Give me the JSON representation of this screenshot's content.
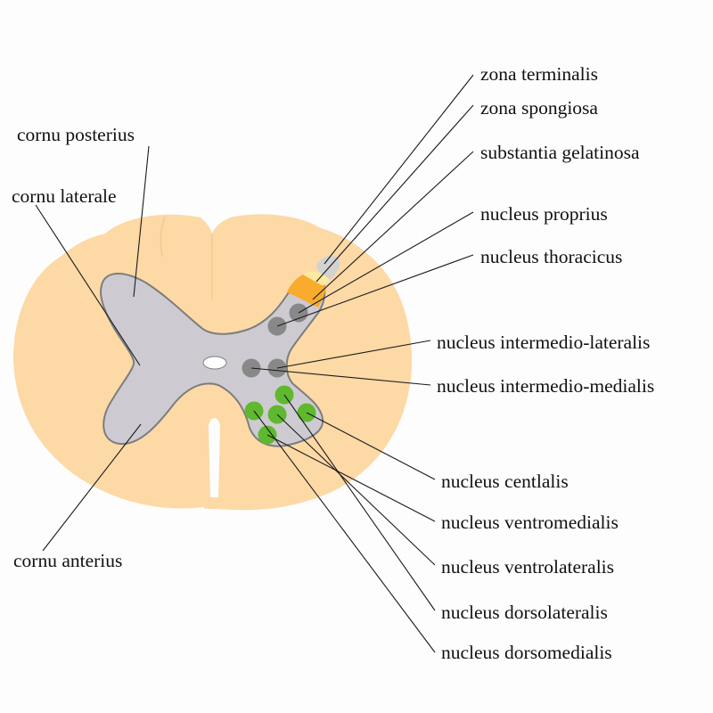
{
  "labels": {
    "cornu_posterius": "cornu posterius",
    "cornu_laterale": "cornu laterale",
    "cornu_anterius": "cornu anterius",
    "zona_terminalis": "zona terminalis",
    "zona_spongiosa": "zona spongiosa",
    "substantia_gelatinosa": "substantia gelatinosa",
    "nucleus_proprius": "nucleus proprius",
    "nucleus_thoracicus": "nucleus thoracicus",
    "nucleus_intermedio_lateralis": "nucleus intermedio-lateralis",
    "nucleus_intermedio_medialis": "nucleus intermedio-medialis",
    "nucleus_centlalis": "nucleus centlalis",
    "nucleus_ventromedialis": "nucleus ventromedialis",
    "nucleus_ventrolateralis": "nucleus ventrolateralis",
    "nucleus_dorsolateralis": "nucleus dorsolateralis",
    "nucleus_dorsomedialis": "nucleus dorsomedialis"
  },
  "colors": {
    "white_matter": "#fdd9a6",
    "gray_matter": "#cdcbd1",
    "gray_outline": "#7d7d7d",
    "gray_nucleus": "#888888",
    "motor_nucleus": "#5fb82e",
    "substantia_gelatinosa": "#f8ab2c",
    "zona_spongiosa": "#fde9a0",
    "zona_terminalis": "#d2d2d2",
    "leader_line": "#1a1a1a"
  }
}
